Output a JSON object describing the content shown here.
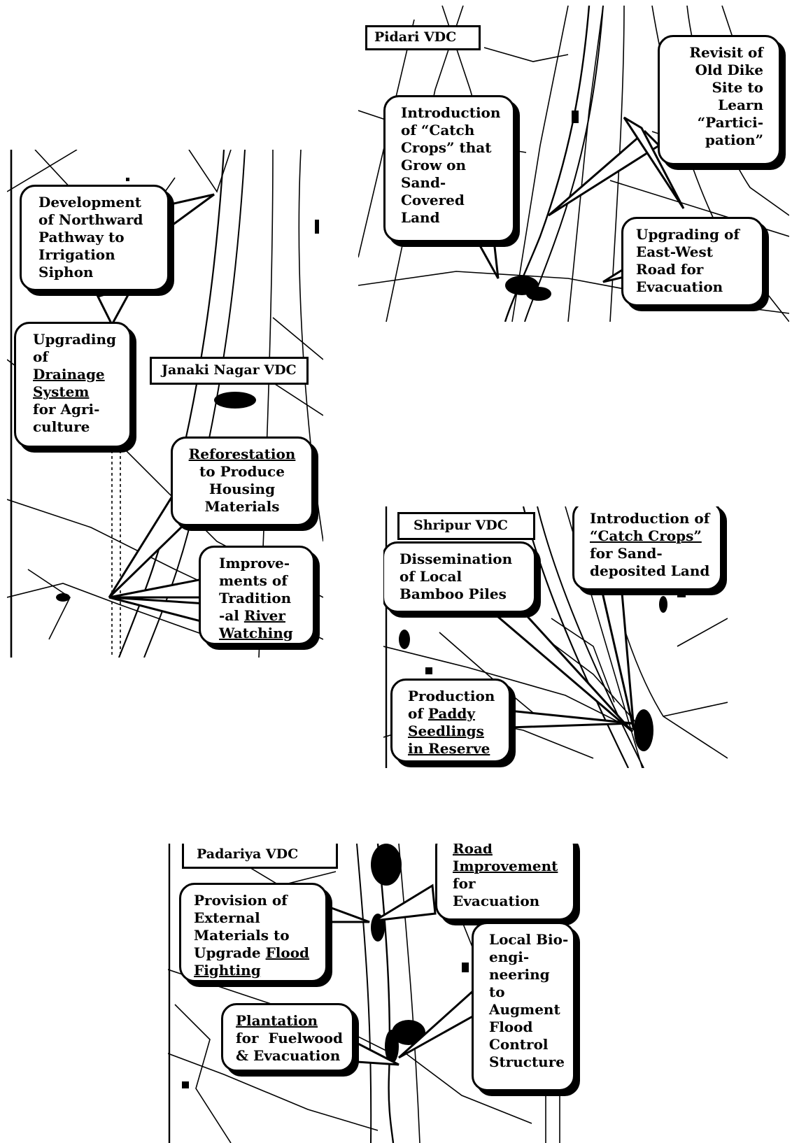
{
  "panels": {
    "pidari": {
      "vdc_label": "Pidari VDC",
      "callouts": {
        "revisit": [
          "Revisit of",
          "Old Dike",
          "Site to",
          "Learn",
          "“Partici-",
          "pation”"
        ],
        "catch_crops": [
          "Introduction",
          "of “Catch",
          "Crops” that",
          "Grow on",
          "Sand-",
          "Covered",
          "Land"
        ],
        "east_west": [
          "Upgrading of",
          "East-West",
          "Road for",
          "Evacuation"
        ]
      }
    },
    "janaki": {
      "vdc_label": "Janaki Nagar VDC",
      "callouts": {
        "northward": [
          "Development",
          "of Northward",
          "Pathway to",
          "Irrigation",
          "Siphon"
        ],
        "drainage": [
          "Upgrading",
          "of",
          "Drainage",
          "System",
          "for Agri-",
          "culture"
        ],
        "reforestation": [
          "Reforestation",
          "to Produce",
          "Housing",
          "Materials"
        ],
        "river_watching_a": [
          "Improve-",
          "ments of",
          "Tradition"
        ],
        "river_watching_b": "-al ",
        "river_watching_c": "River",
        "river_watching_d": "Watching"
      }
    },
    "shripur": {
      "vdc_label": "Shripur VDC",
      "callouts": {
        "bamboo": [
          "Dissemination",
          "of Local",
          "Bamboo Piles"
        ],
        "catch_crops_a": "Introduction of",
        "catch_crops_b": "“Catch Crops”",
        "catch_crops_c": [
          "for Sand-",
          "deposited Land"
        ],
        "paddy_a": "Production",
        "paddy_b": "of ",
        "paddy_c": "Paddy",
        "paddy_d": [
          "Seedlings",
          "in Reserve"
        ]
      }
    },
    "padariya": {
      "vdc_label": "Padariya VDC",
      "callouts": {
        "road": [
          "Road",
          "Improvement",
          "for",
          "Evacuation"
        ],
        "external_a": [
          "Provision of",
          "External",
          "Materials to"
        ],
        "external_b": "Upgrade ",
        "external_c": "Flood",
        "external_d": "Fighting",
        "bioeng": [
          "Local Bio-",
          "engi-",
          "neering",
          "to",
          "Augment",
          "Flood",
          "Control",
          "Structure"
        ],
        "plantation_a": "Plantation",
        "plantation_b": [
          "for  Fuelwood",
          "& Evacuation"
        ]
      }
    }
  }
}
